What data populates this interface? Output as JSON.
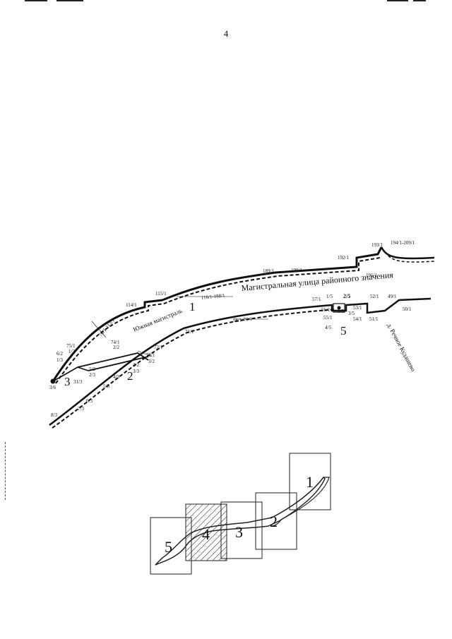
{
  "page_number": "4",
  "route_numbers": {
    "r1": "1",
    "r2": "2",
    "r3": "3",
    "r5": "5"
  },
  "streets": {
    "district_street": "Магистральная улица районного значения",
    "south_highway": "Южная магистраль",
    "rechnoe": "д. Речное Кудашево"
  },
  "labels": {
    "l76_113": "76/1-113/1",
    "l114": "114/1",
    "l115": "115/1",
    "l116_188": "116/1-188/1",
    "l189": "189/1",
    "l190": "190/1",
    "l191": "191/1",
    "l192": "192/1",
    "l193": "193/1",
    "l194_209": "194/1-209/1",
    "l57": "57/1",
    "l1_5": "1/5",
    "l2_5": "2/5",
    "l56": "56/1",
    "l3_5": "3/5",
    "l4_5": "4/5",
    "l5_5": "5/5",
    "l53": "53/1",
    "l52": "52/1",
    "l51": "51/1",
    "l54": "54/1",
    "l55": "55/1",
    "l49": "49/1",
    "l50": "50/1",
    "l58_70": "58/1-70/1",
    "l71": "71/1",
    "l72": "72/1",
    "l73": "73/1",
    "l74": "74/1",
    "l75": "75/1",
    "l6_2": "6/2",
    "l1_3": "1/3",
    "l1_2": "1/2",
    "l2_2": "2/2",
    "l5_2": "5/2",
    "l2_3": "2/3",
    "l3_2": "3/2",
    "l4_2": "4/2",
    "l3_3": "3/3",
    "l4_3": "4/3",
    "l5_3": "5/3",
    "l31_3": "31/3",
    "l3_6": "3/6",
    "l6_3": "6/3",
    "l7_3": "7/3",
    "l8_3": "8/3"
  },
  "index_map": {
    "i1": "1",
    "i2": "2",
    "i3": "3",
    "i4": "4",
    "i5": "5"
  }
}
